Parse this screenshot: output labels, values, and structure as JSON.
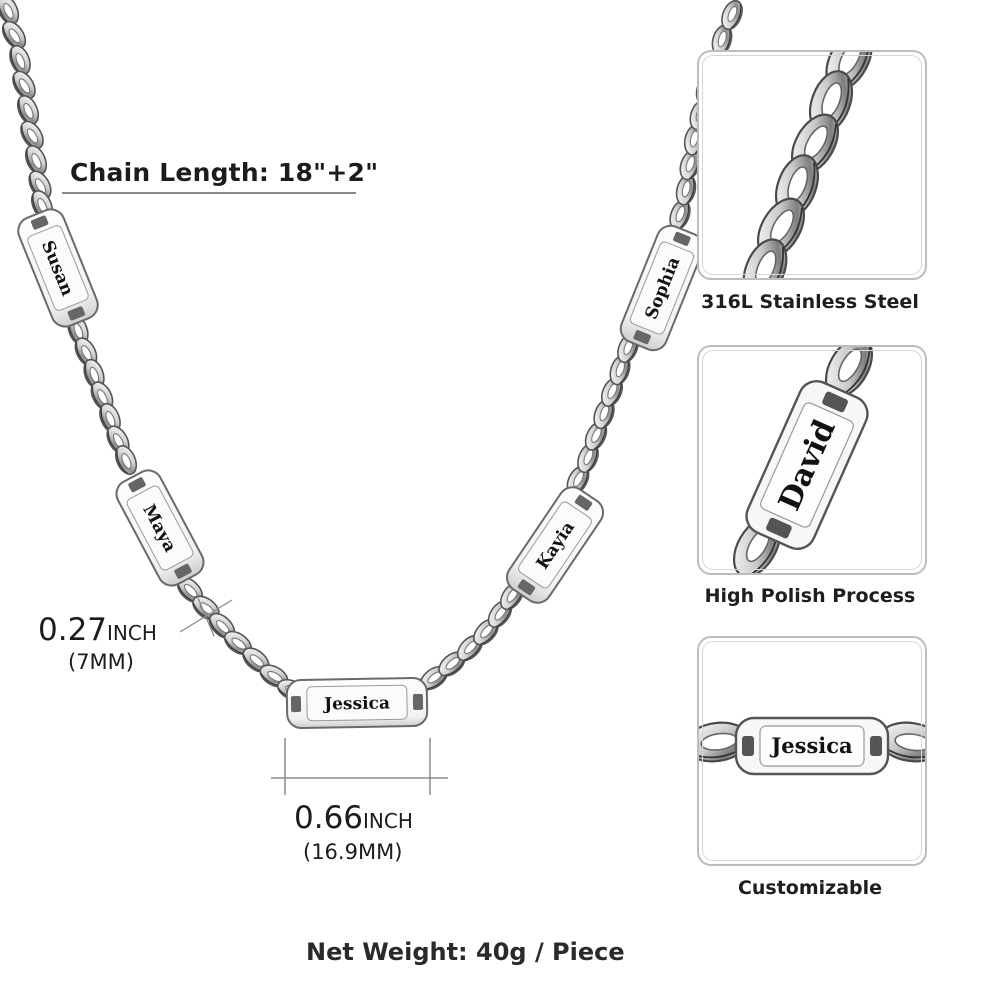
{
  "product": {
    "chain_length_label": "Chain Length: 18\"+2\"",
    "width_value": "0.27",
    "width_unit": "INCH",
    "width_mm": "(7MM)",
    "tag_length_value": "0.66",
    "tag_length_unit": "INCH",
    "tag_length_mm": "(16.9MM)",
    "net_weight_label": "Net Weight:  40g / Piece"
  },
  "necklace": {
    "tags": [
      {
        "name": "Susan"
      },
      {
        "name": "Maya"
      },
      {
        "name": "Jessica"
      },
      {
        "name": "Kayia"
      },
      {
        "name": "Sophia"
      }
    ]
  },
  "features": [
    {
      "caption": "316L Stainless Steel",
      "image": "curb-chain-closeup"
    },
    {
      "caption": "High Polish Process",
      "image": "engraved-tag-closeup",
      "tag_name": "David"
    },
    {
      "caption": "Customizable",
      "image": "engraved-tag-closeup",
      "tag_name": "Jessica"
    }
  ],
  "colors": {
    "background": "#ffffff",
    "text": "#1c1c1c",
    "steel_light": "#f4f4f4",
    "steel_mid": "#b9b9b9",
    "steel_dark": "#4a4a4a",
    "panel_border": "#bdbdbd",
    "dimension_line": "#8a8a8a"
  }
}
